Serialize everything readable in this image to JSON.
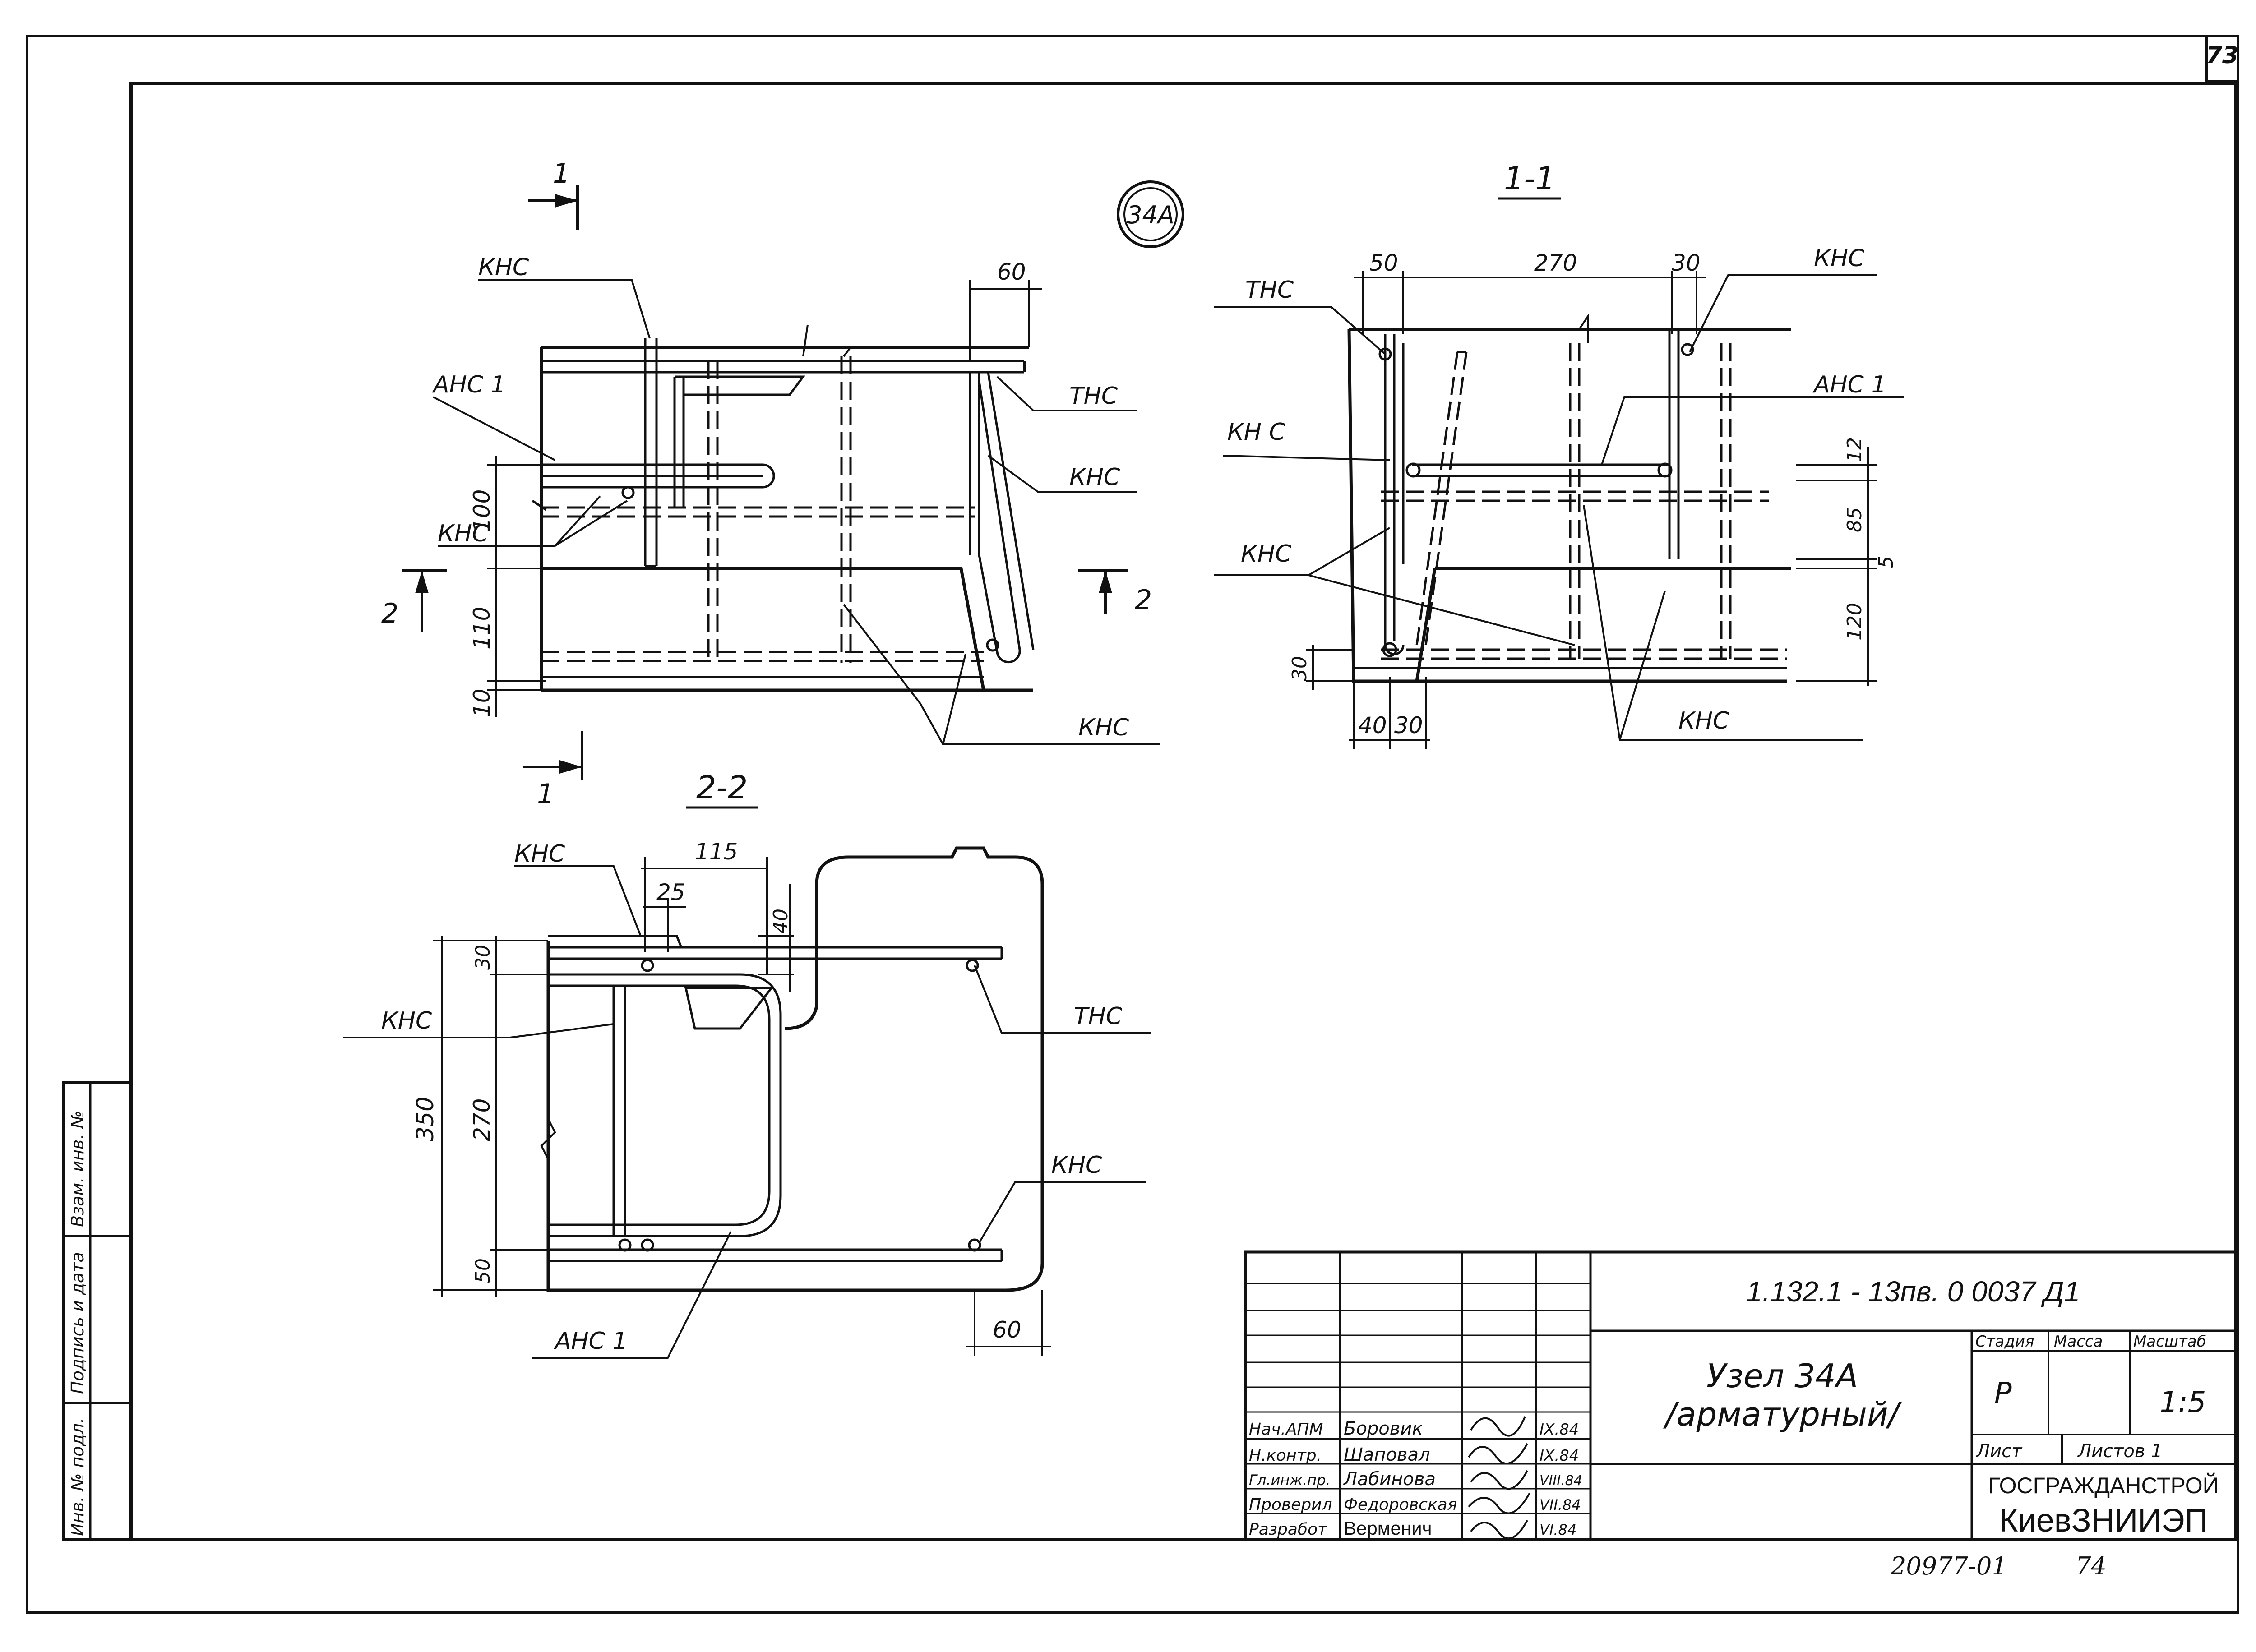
{
  "sheet": {
    "page_number": "73",
    "bottom_code": "20977-01",
    "bottom_number": "74"
  },
  "node_badge": "34А",
  "labels": {
    "kns": "КНС",
    "tns": "ТНС",
    "ans1": "АНС 1",
    "kn_s": "КН С",
    "section_1_1": "1-1",
    "section_2_2": "2-2",
    "cut_1": "1",
    "cut_2": "2"
  },
  "dimensions": {
    "front_60": "60",
    "front_100": "100",
    "front_110": "110",
    "front_10": "10",
    "s11_50": "50",
    "s11_270": "270",
    "s11_30_top": "30",
    "s11_12": "12",
    "s11_85": "85",
    "s11_5": "5",
    "s11_120": "120",
    "s11_30_left": "30",
    "s11_40": "40",
    "s11_30_bottom": "30",
    "s22_115": "115",
    "s22_25": "25",
    "s22_40": "40",
    "s22_30": "30",
    "s22_270": "270",
    "s22_350": "350",
    "s22_50": "50",
    "s22_60": "60"
  },
  "side_stamp": {
    "inv_podl": "Инв. № подл.",
    "podpis_data": "Подпись и дата",
    "vzam_inv": "Взам. инв. №"
  },
  "title_block": {
    "doc_code": "1.132.1 - 13пв. 0   0037   Д1",
    "title_line1": "Узел 34А",
    "title_line2": "/арматурный/",
    "stage_header": "Стадия",
    "mass_header": "Масса",
    "scale_header": "Масштаб",
    "stage": "Р",
    "mass": "",
    "scale": "1:5",
    "sheet_label": "Лист",
    "sheets_label": "Листов 1",
    "org_line1": "ГОСГРАЖДАНСТРОЙ",
    "org_line2": "КиевЗНИИЭП",
    "signers": [
      {
        "role": "Нач.АПМ",
        "name": "Боровик",
        "date": "IX.84"
      },
      {
        "role": "Н.контр.",
        "name": "Шаповал",
        "date": "IX.84"
      },
      {
        "role": "Гл.инж.пр.",
        "name": "Лабинова",
        "date": "VIII.84"
      },
      {
        "role": "Проверил",
        "name": "Федоровская",
        "date": "VII.84"
      },
      {
        "role": "Разработ",
        "name": "Верменич",
        "date": "VI.84"
      }
    ]
  }
}
